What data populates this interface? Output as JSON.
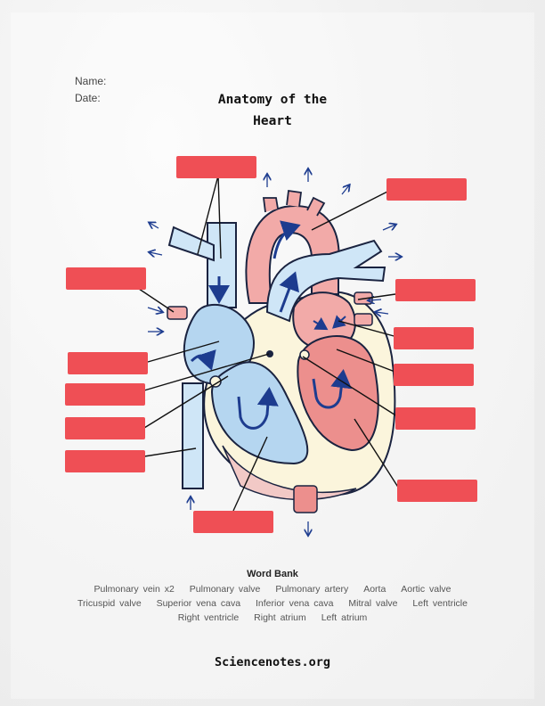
{
  "header": {
    "name_label": "Name:",
    "date_label": "Date:",
    "title_line1": "Anatomy of the",
    "title_line2": "Heart"
  },
  "label_box_color": "#ef4f55",
  "word_bank": {
    "title": "Word Bank",
    "rows": [
      [
        "Pulmonary vein x2",
        "Pulmonary valve",
        "Pulmonary artery",
        "Aorta",
        "Aortic valve"
      ],
      [
        "Tricuspid valve",
        "Superior vena cava",
        "Inferior vena cava",
        "Mitral valve",
        "Left ventricle"
      ],
      [
        "Right ventricle",
        "Right atrium",
        "Left atrium"
      ]
    ]
  },
  "footer": {
    "site": "Sciencenotes.org"
  },
  "colors": {
    "blue_vessel": "#cfe6f7",
    "blue_chamber": "#b5d6f0",
    "red_vessel": "#f2aaa8",
    "red_chamber": "#ec8f8d",
    "outline": "#1a2340",
    "arrow_navy": "#1d3c8f",
    "pericardium": "#fbf5dc"
  }
}
